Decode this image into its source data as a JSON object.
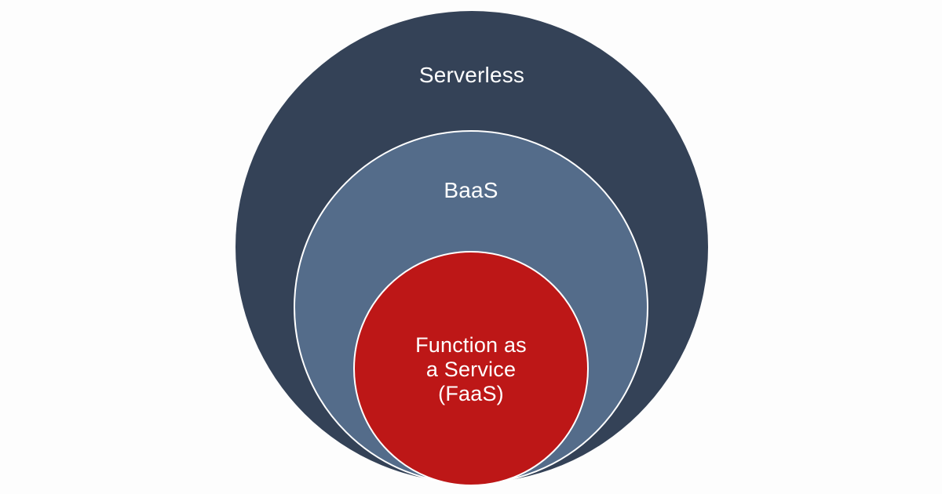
{
  "diagram": {
    "outer": {
      "label": "Serverless",
      "color": "#344257"
    },
    "middle": {
      "label": "BaaS",
      "color": "#546c8a"
    },
    "inner": {
      "label_lines": [
        "Function as",
        "a Service",
        "(FaaS)"
      ],
      "color": "#bd1717"
    },
    "text_color": "#ffffff",
    "ring_border_color": "#ffffff"
  }
}
